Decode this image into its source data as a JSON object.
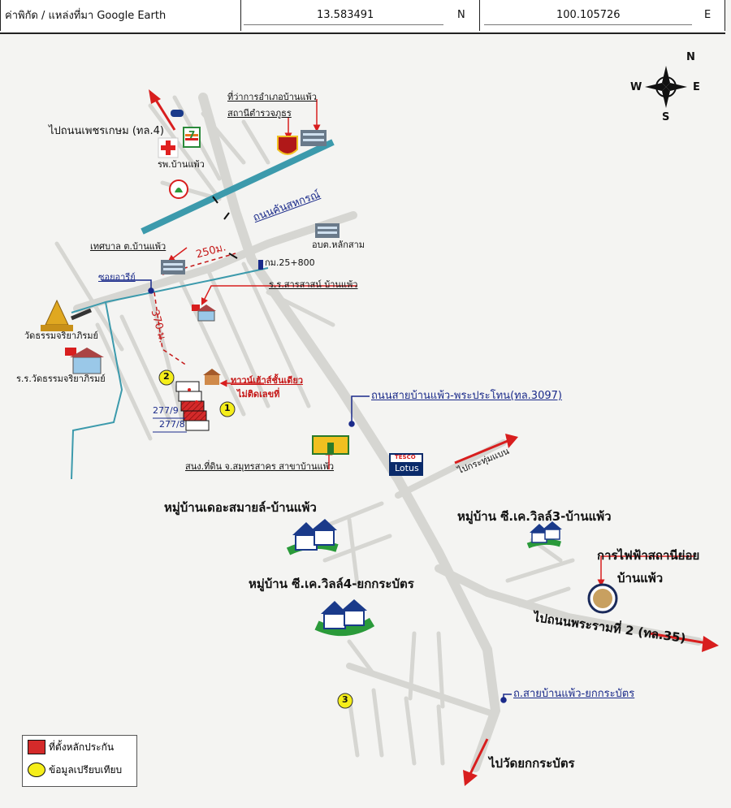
{
  "header": {
    "label": "ค่าพิกัด / แหล่งที่มา Google Earth",
    "lat": "13.583491",
    "lat_dir": "N",
    "lon": "100.105726",
    "lon_dir": "E"
  },
  "compass": {
    "n": "N",
    "s": "S",
    "e": "E",
    "w": "W"
  },
  "labels": {
    "phetkasem": "ไปถนนเพชรเกษม (ทล.4)",
    "hospital": "รพ.บ้านแพ้ว",
    "district_office": "ที่ว่าการอำเภอบ้านแพ้ว",
    "police": "สถานีตำรวจภูธร",
    "khan_road": "ถนนคันสหกรณ์",
    "lak_sam": "อบต.หลักสาม",
    "km": "กม.25+800",
    "municipality": "เทศบาล ต.บ้านแพ้ว",
    "dist_250": "250ม.",
    "soi": "ซอยอารีย์",
    "school_sarasart": "ร.ร.สารสาสน์ บ้านแพ้ว",
    "dist_370": "370 ม.",
    "temple": "วัดธรรมจริยาภิรมย์",
    "temple_school": "ร.ร.วัดธรรมจริยาภิรมย์",
    "townhouse_1": "ทาวน์เฮ้าส์ชั้นเดียว",
    "townhouse_2": "ไม่ติดเลขที่",
    "lot_1": "277/9",
    "lot_2": "277/8",
    "main_road": "ถนนสายบ้านแพ้ว-พระประโทน(ทล.3097)",
    "land_office": "สนง.ที่ดิน จ.สมุทรสาคร สาขาบ้านแพ้ว",
    "to_krathum": "ไปกระทุ่มแบน",
    "tesco": "TESCO",
    "lotus": "Lotus",
    "village_smile": "หมู่บ้านเดอะสมายล์-บ้านแพ้ว",
    "village_ck3": "หมู่บ้าน ซี.เค.วิลล์3-บ้านแพ้ว",
    "village_ck4": "หมู่บ้าน ซี.เค.วิลล์4-ยกกระบัตร",
    "pea_1": "การไฟฟ้าสถานีย่อย",
    "pea_2": "บ้านแพ้ว",
    "rama2": "ไปถนนพระรามที่ 2 (ทล.35)",
    "yokkrabat_road": "ถ.สายบ้านแพ้ว-ยกกระบัตร",
    "to_temple": "ไปวัดยกกระบัตร",
    "seven_eleven": "7",
    "marker_1": "1",
    "marker_2": "2",
    "marker_3": "3"
  },
  "legend": {
    "collateral": "ที่ตั้งหลักประกัน",
    "comparison": "ข้อมูลเปรียบเทียบ"
  },
  "colors": {
    "road": "#d6d6d2",
    "canal": "#3c9aac",
    "arrow": "#d81e1e",
    "collateral": "#d42a2a",
    "comparison": "#f5ee1a",
    "blue_text": "#1a2a8a"
  }
}
